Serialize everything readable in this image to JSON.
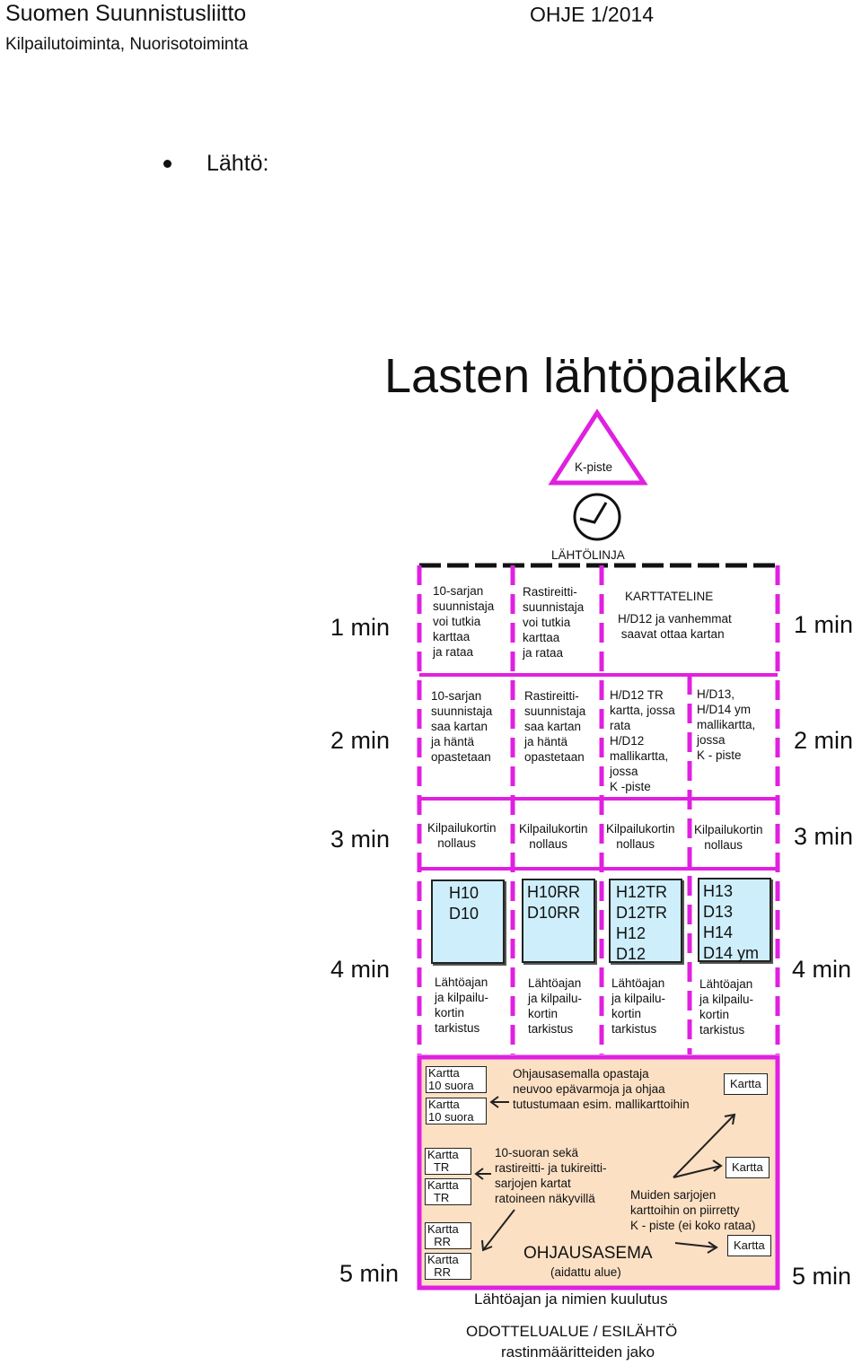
{
  "header": {
    "organization": "Suomen Suunnistusliitto",
    "document_id": "OHJE 1/2014",
    "subtitle": "Kilpailutoiminta, Nuorisotoiminta"
  },
  "bullet": {
    "text": "Lähtö:"
  },
  "diagram": {
    "title": "Lasten lähtöpaikka",
    "k_piste": "K-piste",
    "start_line": "LÄHTÖLINJA",
    "time_labels": [
      "1 min",
      "2 min",
      "3 min",
      "4 min",
      "5 min"
    ],
    "row1": {
      "c1": "10-sarjan\nsuunnistaja\nvoi tutkia\nkarttaa\nja rataa",
      "c2": "Rastireitti-\nsuunnistaja\nvoi tutkia\nkarttaa\nja rataa",
      "rack_title": "KARTTATELINE",
      "rack_text": "H/D12 ja vanhemmat\n saavat ottaa kartan"
    },
    "row2": {
      "c1": "10-sarjan\nsuunnistaja\nsaa kartan\nja häntä\nopastetaan",
      "c2": "Rastireitti-\nsuunnistaja\nsaa kartan\nja häntä\nopastetaan",
      "c3": "H/D12 TR\nkartta, jossa\nrata\nH/D12\nmallikartta,\njossa\nK -piste",
      "c4": "H/D13,\nH/D14 ym\nmallikartta,\njossa\nK - piste"
    },
    "row3": {
      "label": "Kilpailukortin\n   nollaus"
    },
    "row4": {
      "boxes": [
        "H10\nD10",
        "H10RR\nD10RR",
        "H12TR\nD12TR\nH12\nD12",
        "H13\nD13\nH14\nD14 ym"
      ],
      "check": "Lähtöajan\nja kilpailu-\nkortin\ntarkistus"
    },
    "station": {
      "kartta10": "Kartta\n10 suora",
      "karttaTR": "Kartta\n  TR",
      "karttaRR": "Kartta\n  RR",
      "kartta": "Kartta",
      "advisor": "Ohjausasemalla opastaja\nneuvoo epävarmoja ja ohjaa\ntutustumaan esim. mallikarttoihin",
      "maps_note": "10-suoran sekä\nrastireitti- ja tukireitti-\nsarjojen kartat\nratoineen näkyvillä",
      "others_note": "Muiden sarjojen\nkarttoihin on piirretty\nK - piste (ei koko rataa)",
      "name": "OHJAUSASEMA",
      "fenced": "(aidattu alue)"
    },
    "bottom": {
      "announce": "Lähtöajan ja nimien kuulutus",
      "waiting": "ODOTTELUALUE / ESILÄHTÖ",
      "bibs": "rastinmääritteiden jako"
    },
    "colors": {
      "lane_lines": "#e020e0",
      "station_fill": "#fce0c4",
      "map_box_fill": "#cdeefa"
    }
  }
}
